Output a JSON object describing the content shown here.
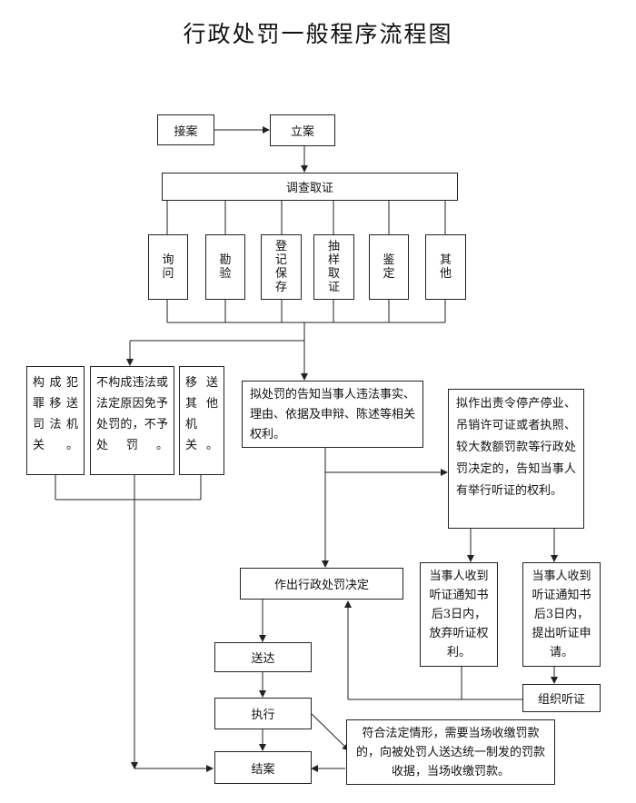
{
  "title": "行政处罚一般程序流程图",
  "nodes": {
    "jiean": "接案",
    "lian": "立案",
    "diaocha": "调查取证",
    "xunwen": "询问",
    "kanyan": "勘验",
    "dengji": "登记保存",
    "chouyang": "抽样取证",
    "jianding": "鉴定",
    "qita": "其他",
    "yisong_sifa": "构成犯罪移送司法机关。",
    "bugoucheng": "不构成违法或法定原因免予处罚的，不予处罚。",
    "yisong_qita": "移送其他机关。",
    "gaozhi": "拟处罚的告知当事人违法事实、理由、依据及申辩、陈述等相关权利。",
    "tingzheng_gaozhi": "拟作出责令停产停业、吊销许可证或者执照、较大数额罚款等行政处罚决定的，告知当事人有举行听证的权利。",
    "jueding": "作出行政处罚决定",
    "fangqi": "当事人收到听证通知书后3日内，放弃听证权利。",
    "tichu": "当事人收到听证通知书后3日内，提出听证申请。",
    "zuzhi": "组织听证",
    "songda": "送达",
    "zhixing": "执行",
    "jiean_end": "结案",
    "dangchang": "符合法定情形，需要当场收缴罚款的，向被处罚人送达统一制发的罚款收据，当场收缴罚款。"
  }
}
